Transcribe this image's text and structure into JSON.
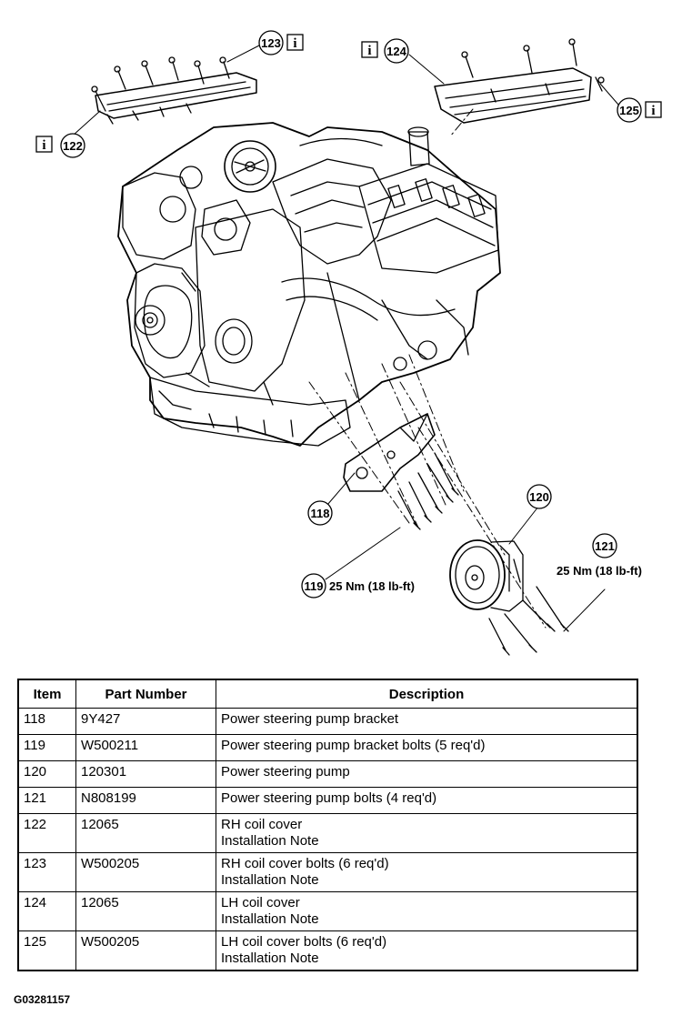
{
  "callouts": {
    "c118": "118",
    "c119": "119",
    "c120": "120",
    "c121": "121",
    "c122": "122",
    "c123": "123",
    "c124": "124",
    "c125": "125"
  },
  "info_icon_label": "i",
  "torque": {
    "t119": "25 Nm (18 lb-ft)",
    "t121": "25 Nm (18 lb-ft)"
  },
  "table": {
    "headers": [
      "Item",
      "Part Number",
      "Description"
    ],
    "rows": [
      {
        "item": "118",
        "part": "9Y427",
        "desc": "Power steering pump bracket",
        "note": ""
      },
      {
        "item": "119",
        "part": "W500211",
        "desc": "Power steering pump bracket bolts (5 req'd)",
        "note": ""
      },
      {
        "item": "120",
        "part": "120301",
        "desc": "Power steering pump",
        "note": ""
      },
      {
        "item": "121",
        "part": "N808199",
        "desc": "Power steering pump bolts (4 req'd)",
        "note": ""
      },
      {
        "item": "122",
        "part": "12065",
        "desc": "RH coil cover",
        "note": "Installation Note"
      },
      {
        "item": "123",
        "part": "W500205",
        "desc": "RH coil cover bolts (6 req'd)",
        "note": "Installation Note"
      },
      {
        "item": "124",
        "part": "12065",
        "desc": "LH coil cover",
        "note": "Installation Note"
      },
      {
        "item": "125",
        "part": "W500205",
        "desc": "LH coil cover bolts (6 req'd)",
        "note": "Installation Note"
      }
    ]
  },
  "figure_id": "G03281157"
}
